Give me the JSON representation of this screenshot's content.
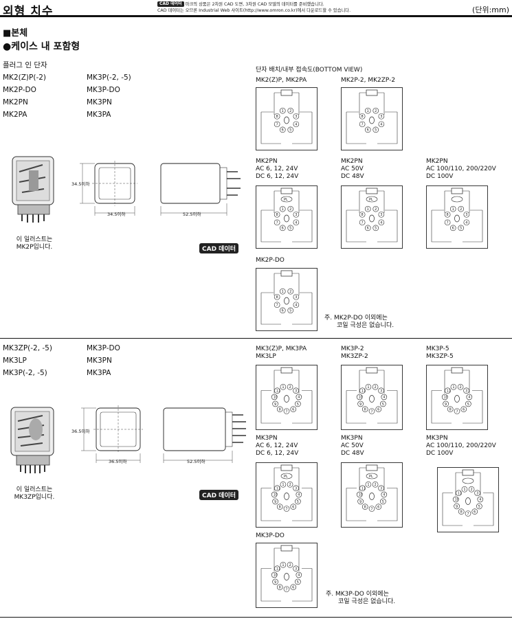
{
  "header": {
    "title": "외형 치수",
    "cad_badge": "CAD 데이터",
    "cad_line1": "마크의 상품은 2차원 CAD 도면, 3차원 CAD 모델의 데이터를 준비했습니다.",
    "cad_line2": "CAD 데이터는 오므론 Industrial Web 사이트(http://www.omron.co.kr)에서 다운로드할 수 있습니다.",
    "unit": "(단위:mm)"
  },
  "section": {
    "heading": "■본체",
    "subheading": "●케이스 내 포함형"
  },
  "group1": {
    "type_label": "플러그 인 단자",
    "models_left": [
      "MK2(Z)P(-2)",
      "MK2P-DO",
      "MK2PN",
      "MK2PA"
    ],
    "models_right": [
      "MK3P(-2, -5)",
      "MK3P-DO",
      "MK3PN",
      "MK3PA"
    ],
    "dim_height": "34.5이하",
    "dim_width": "34.5이하",
    "dim_depth": "52.5이하",
    "photo_caption1": "이 일러스트는",
    "photo_caption2": "MK2P입니다.",
    "cad_button": "CAD 데이터",
    "terminal_title": "단자 배치/내부 접속도(BOTTOM VIEW)",
    "diagrams": [
      {
        "name1": "MK2(Z)P, MK2PA",
        "name2": "",
        "name3": ""
      },
      {
        "name1": "MK2P-2, MK2ZP-2",
        "name2": "",
        "name3": ""
      },
      {
        "name1": "MK2PN",
        "name2": "AC 6, 12, 24V",
        "name3": "DC 6, 12, 24V"
      },
      {
        "name1": "MK2PN",
        "name2": "AC 50V",
        "name3": "DC 48V"
      },
      {
        "name1": "MK2PN",
        "name2": "AC 100/110, 200/220V",
        "name3": "DC 100V"
      },
      {
        "name1": "MK2P-DO",
        "name2": "",
        "name3": ""
      }
    ],
    "pin_pl": "PL",
    "note1": "주.  MK2P-DO 이외에는",
    "note2": "코일 극성은 없습니다."
  },
  "group2": {
    "models_left": [
      "MK3ZP(-2, -5)",
      "MK3LP",
      "MK3P(-2, -5)"
    ],
    "models_right": [
      "MK3P-DO",
      "MK3PN",
      "MK3PA"
    ],
    "dim_height": "36.5이하",
    "dim_width": "36.5이하",
    "dim_depth": "52.5이하",
    "photo_caption1": "이 일러스트는",
    "photo_caption2": "MK3ZP입니다.",
    "cad_button": "CAD 데이터",
    "diagrams": [
      {
        "name1": "MK3(Z)P, MK3PA",
        "name2": "MK3LP",
        "name3": ""
      },
      {
        "name1": "MK3P-2",
        "name2": "MK3ZP-2",
        "name3": ""
      },
      {
        "name1": "MK3P-5",
        "name2": "MK3ZP-5",
        "name3": ""
      },
      {
        "name1": "MK3PN",
        "name2": "AC 6, 12, 24V",
        "name3": "DC 6, 12, 24V"
      },
      {
        "name1": "MK3PN",
        "name2": "AC 50V",
        "name3": "DC 48V"
      },
      {
        "name1": "MK3PN",
        "name2": "AC 100/110, 200/220V",
        "name3": "DC 100V"
      },
      {
        "name1": "MK3P-DO",
        "name2": "",
        "name3": ""
      }
    ],
    "pin_pl": "PL",
    "note1": "주.   MK3P-DO 이외에는",
    "note2": "코일 극성은 없습니다."
  }
}
